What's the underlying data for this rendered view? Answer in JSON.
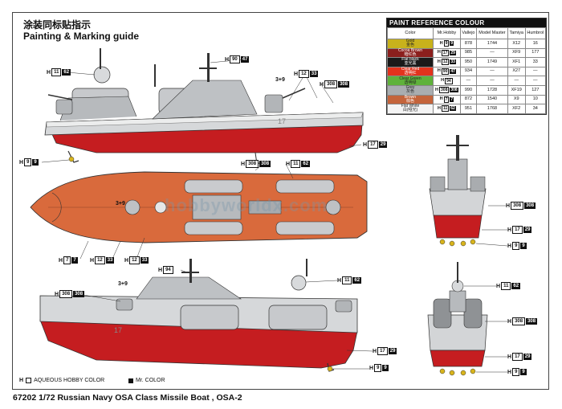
{
  "header": {
    "title_cn": "涂装同标贴指示",
    "title_en": "Painting & Marking guide"
  },
  "paint_reference": {
    "title": "PAINT  REFERENCE COLOUR",
    "columns": [
      "Color",
      "Mr.Hobby",
      "Vallejo",
      "Model Master",
      "Tamiya",
      "Humbrol"
    ],
    "rows": [
      {
        "name": "Gold",
        "name_cn": "金色",
        "h": "9",
        "m": "9",
        "vallejo": "878",
        "model_master": "1744",
        "tamiya": "X12",
        "humbrol": "16",
        "color": "#c8b21c"
      },
      {
        "name": "Cocoa Brown",
        "name_cn": "暗红色",
        "h": "17",
        "m": "29",
        "vallejo": "985",
        "model_master": "—",
        "tamiya": "XF9",
        "humbrol": "177",
        "color": "#8b1f1d"
      },
      {
        "name": "Flat black",
        "name_cn": "亚光黑",
        "h": "12",
        "m": "33",
        "vallejo": "950",
        "model_master": "1749",
        "tamiya": "XF1",
        "humbrol": "33",
        "color": "#1a1a1a"
      },
      {
        "name": "Clear Red",
        "name_cn": "透明红",
        "h": "90",
        "m": "47",
        "vallejo": "934",
        "model_master": "—",
        "tamiya": "X27",
        "humbrol": "—",
        "color": "#e2331d"
      },
      {
        "name": "Clear Green",
        "name_cn": "透明绿",
        "h": "94",
        "m": "",
        "vallejo": "—",
        "model_master": "—",
        "tamiya": "—",
        "humbrol": "—",
        "color": "#5fb23b"
      },
      {
        "name": "Grey",
        "name_cn": "灰色",
        "h": "308",
        "m": "308",
        "vallejo": "990",
        "model_master": "1728",
        "tamiya": "XF19",
        "humbrol": "127",
        "color": "#a9adb0"
      },
      {
        "name": "Brown",
        "name_cn": "棕色",
        "h": "7",
        "m": "7",
        "vallejo": "872",
        "model_master": "1540",
        "tamiya": "X9",
        "humbrol": "10",
        "color": "#c4643b"
      },
      {
        "name": "Flat White",
        "name_cn": "白(哑光)",
        "h": "11",
        "m": "62",
        "vallejo": "951",
        "model_master": "1768",
        "tamiya": "XF2",
        "humbrol": "34",
        "color": "#f4f4f4"
      }
    ]
  },
  "callouts": {
    "side_top_radar": {
      "h": "11",
      "m": "62"
    },
    "side_top_mast": {
      "h": "90",
      "m": "47"
    },
    "side_top_grey": {
      "h": "308",
      "m": "308"
    },
    "side_top_black": {
      "h": "12",
      "m": "33"
    },
    "side_top_hull": {
      "h": "17",
      "m": "29"
    },
    "side_top_prop": {
      "h": "9",
      "m": "9"
    },
    "plan_grey": {
      "h": "308",
      "m": "308"
    },
    "plan_white": {
      "h": "11",
      "m": "62"
    },
    "plan_brown": {
      "h": "7",
      "m": "7"
    },
    "plan_black_a": {
      "h": "12",
      "m": "33"
    },
    "plan_black_b": {
      "h": "12",
      "m": "33"
    },
    "side_bottom_green": {
      "h": "94",
      "m": ""
    },
    "side_bottom_grey": {
      "h": "308",
      "m": "308"
    },
    "side_bottom_white": {
      "h": "11",
      "m": "62"
    },
    "side_bottom_hull": {
      "h": "17",
      "m": "29"
    },
    "side_bottom_prop": {
      "h": "9",
      "m": "9"
    },
    "front_grey": {
      "h": "308",
      "m": "308"
    },
    "front_hull": {
      "h": "17",
      "m": "29"
    },
    "front_prop": {
      "h": "9",
      "m": "9"
    },
    "rear_white": {
      "h": "11",
      "m": "62"
    },
    "rear_grey": {
      "h": "308",
      "m": "308"
    },
    "rear_hull": {
      "h": "17",
      "m": "29"
    },
    "rear_prop": {
      "h": "9",
      "m": "9"
    }
  },
  "notes": {
    "decal_a": "3+9",
    "decal_b": "3+9",
    "decal_c": "3+9",
    "hull_number": "17"
  },
  "legend": {
    "hobby_prefix": "H",
    "hobby_label": "AQUEOUS HOBBY COLOR",
    "mr_label": "Mr. COLOR"
  },
  "watermark": "hobbyworldx.com",
  "footer": {
    "caption": "67202 1/72  Russian Navy OSA Class Missile Boat , OSA-2"
  }
}
